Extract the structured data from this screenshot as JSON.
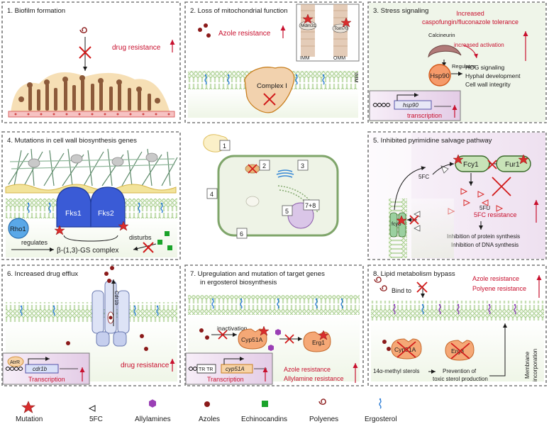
{
  "panels": [
    {
      "title": "1. Biofilm formation",
      "result": "drug resistance"
    },
    {
      "title": "2. Loss of mitochondrial function",
      "result": "Azole resistance",
      "labels": {
        "mdm31": "Mdm31",
        "tom70": "Tom70",
        "imm": "IMM",
        "omm": "OMM",
        "complex": "Complex I",
        "imm_side": "IMM"
      }
    },
    {
      "title": "3. Stress signaling",
      "result_line1": "Increased",
      "result_line2": "caspofungin/fluconazole tolerance",
      "labels": {
        "calcineurin": "Calcineurin",
        "increased_activation": "increased activation",
        "hsp90": "Hsp90",
        "regulates": "Regulates",
        "out1": "HOG signaling",
        "out2": "Hyphal development",
        "out3": "Cell wall integrity",
        "gene": "hsp90",
        "transcription": "transcription"
      }
    },
    {
      "title": "4. Mutations in cell wall biosynthesis genes",
      "labels": {
        "rho1": "Rho1",
        "fks1": "Fks1",
        "fks2": "Fks2",
        "regulates": "regulates",
        "disturbs": "disturbs",
        "complex": "β-(1,3)-GS complex"
      }
    },
    {
      "title": "5. Inhibited pyrimidine salvage pathway",
      "result": "5FC resistance",
      "labels": {
        "fcy1": "Fcy1",
        "fur1": "Fur1",
        "fc": "5FC",
        "fu": "5FU",
        "fcyb": "fcyB",
        "inhibit1": "Inhibition of protein synthesis",
        "inhibit2": "Inhibition of DNA synthesis"
      }
    },
    {
      "title": "6. Increased drug efflux",
      "result": "drug resistance",
      "labels": {
        "cdr1b_protein": "Cdr1b",
        "atrr": "AtrR",
        "gene": "cdr1b",
        "transcription": "Transcription"
      }
    },
    {
      "title_line1": "7. Upregulation and mutation of target genes",
      "title_line2": "in ergosterol biosynthesis",
      "result1": "Azole resistance",
      "result2": "Allylamine resistance",
      "labels": {
        "inactivation": "inactivation",
        "cyp51a": "Cyp51A",
        "erg1": "Erg1",
        "tr": "TR TR",
        "gene": "cyp51A",
        "transcription": "Transcription"
      }
    },
    {
      "title": "8. Lipid metabolism bypass",
      "result1": "Azole resistance",
      "result2": "Polyene resistance",
      "labels": {
        "bind": "Bind to",
        "cyp51a": "Cyp51A",
        "erg3": "Erg3",
        "sterols": "14α-methyl sterols",
        "prevention1": "Prevention of",
        "prevention2": "toxic sterol production",
        "membrane1": "Membrane",
        "membrane2": "incorporation"
      }
    }
  ],
  "center": {
    "numbers": [
      "1",
      "2",
      "3",
      "4",
      "5",
      "6",
      "7+8"
    ]
  },
  "legend": [
    {
      "label": "Mutation",
      "icon": "star-icon",
      "color": "#d92c2c"
    },
    {
      "label": "5FC",
      "icon": "triangle-icon",
      "color": "#ffffff"
    },
    {
      "label": "Allylamines",
      "icon": "hexagon-icon",
      "color": "#9a3fb5"
    },
    {
      "label": "Azoles",
      "icon": "dot-icon",
      "color": "#8b1a1a"
    },
    {
      "label": "Echinocandins",
      "icon": "square-icon",
      "color": "#1aa32a"
    },
    {
      "label": "Polyenes",
      "icon": "spiral-icon",
      "color": "#8b1a1a"
    },
    {
      "label": "Ergosterol",
      "icon": "ergosterol-icon",
      "color": "#2f7fd6"
    }
  ]
}
